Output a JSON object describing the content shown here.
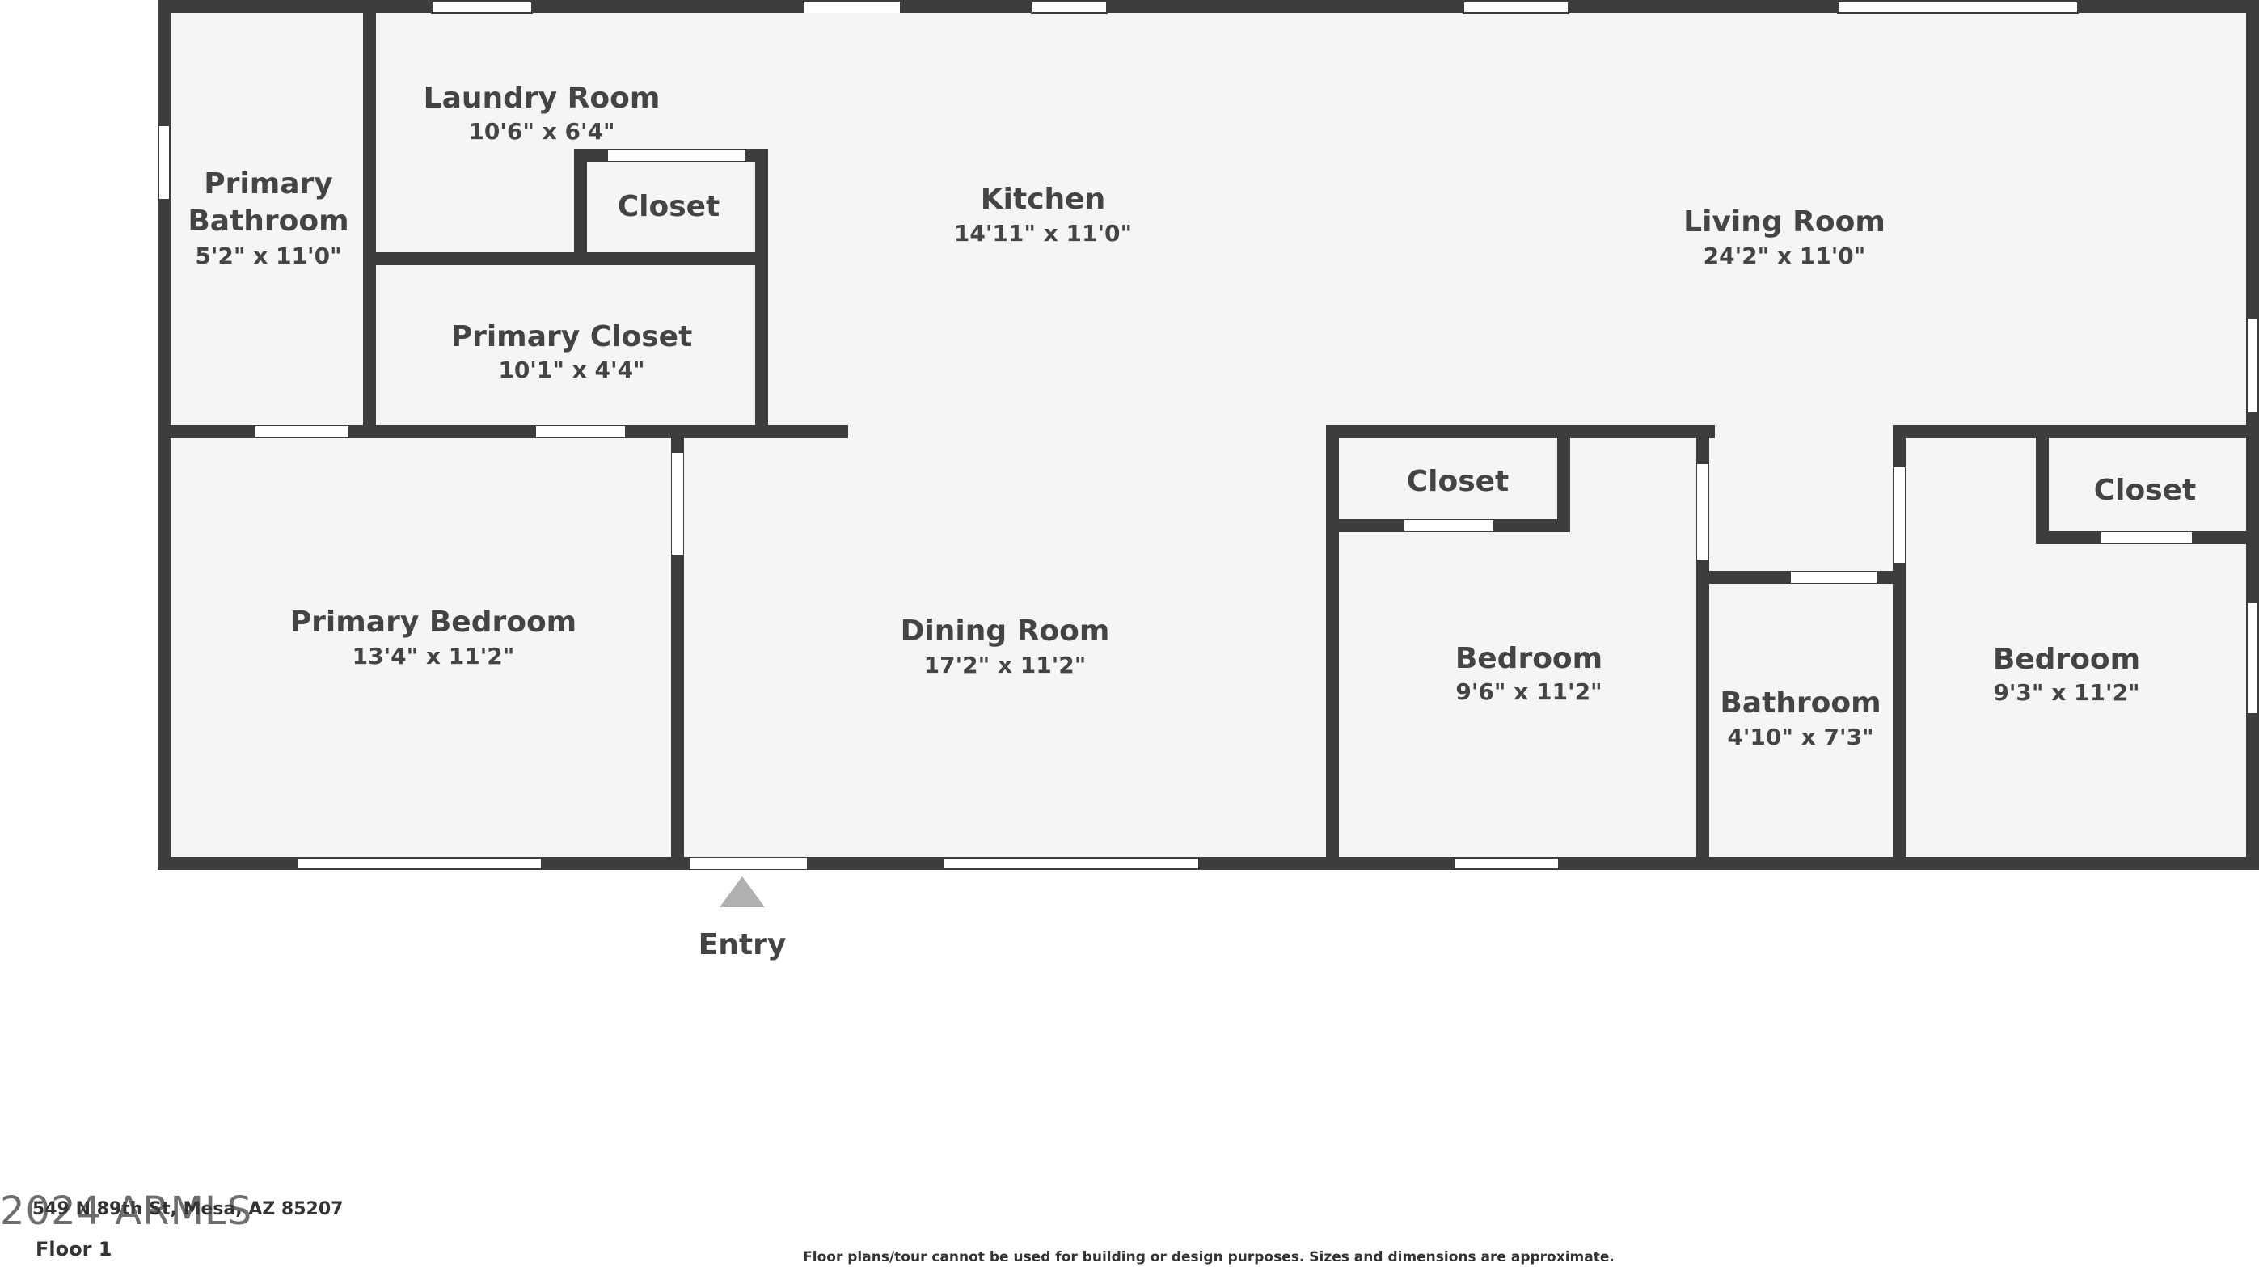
{
  "rooms": {
    "primary_bathroom": {
      "name_line1": "Primary",
      "name_line2": "Bathroom",
      "dim": "5'2\" x 11'0\""
    },
    "laundry_room": {
      "name": "Laundry Room",
      "dim": "10'6\" x 6'4\""
    },
    "laundry_closet": {
      "name": "Closet"
    },
    "primary_closet": {
      "name": "Primary Closet",
      "dim": "10'1\" x 4'4\""
    },
    "kitchen": {
      "name": "Kitchen",
      "dim": "14'11\" x 11'0\""
    },
    "living_room": {
      "name": "Living Room",
      "dim": "24'2\" x 11'0\""
    },
    "primary_bedroom": {
      "name": "Primary Bedroom",
      "dim": "13'4\" x 11'2\""
    },
    "dining_room": {
      "name": "Dining Room",
      "dim": "17'2\" x 11'2\""
    },
    "bedroom_1_closet": {
      "name": "Closet"
    },
    "bedroom_1": {
      "name": "Bedroom",
      "dim": "9'6\" x 11'2\""
    },
    "bathroom": {
      "name": "Bathroom",
      "dim": "4'10\" x 7'3\""
    },
    "bedroom_2_closet": {
      "name": "Closet"
    },
    "bedroom_2": {
      "name": "Bedroom",
      "dim": "9'3\" x 11'2\""
    }
  },
  "entry": {
    "label": "Entry"
  },
  "footer": {
    "address": "549 N 89th St, Mesa, AZ 85207",
    "floor": "Floor 1",
    "disclaimer": "Floor plans/tour cannot be used for building or design purposes. Sizes and dimensions are approximate.",
    "copyright": "2024 ARMLS"
  },
  "colors": {
    "wall": "#3d3d3d",
    "floor": "#f5f5f5",
    "opening": "#ffffff",
    "entry_marker": "#b0b0b0"
  }
}
